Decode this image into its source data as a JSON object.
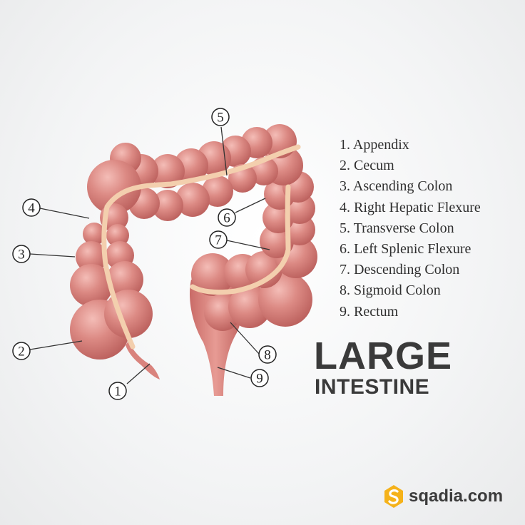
{
  "legend": {
    "items": [
      {
        "number": "1",
        "text": "1. Appendix"
      },
      {
        "number": "2",
        "text": "2. Cecum"
      },
      {
        "number": "3",
        "text": "3. Ascending Colon"
      },
      {
        "number": "4",
        "text": "4. Right Hepatic Flexure"
      },
      {
        "number": "5",
        "text": "5. Transverse Colon"
      },
      {
        "number": "6",
        "text": "6. Left Splenic Flexure"
      },
      {
        "number": "7",
        "text": "7. Descending Colon"
      },
      {
        "number": "8",
        "text": "8. Sigmoid Colon"
      },
      {
        "number": "9",
        "text": "9. Rectum"
      }
    ]
  },
  "title": {
    "main": "LARGE",
    "sub": "INTESTINE"
  },
  "brand": {
    "text": "sqadia.com",
    "icon": "sqadia-logo-icon",
    "accent": "#f5b21a"
  },
  "colors": {
    "tissue": "#d9837d",
    "tissue_shadow": "#b45a57",
    "tissue_highlight": "#f0b4ae",
    "band": "#f3cfae"
  }
}
